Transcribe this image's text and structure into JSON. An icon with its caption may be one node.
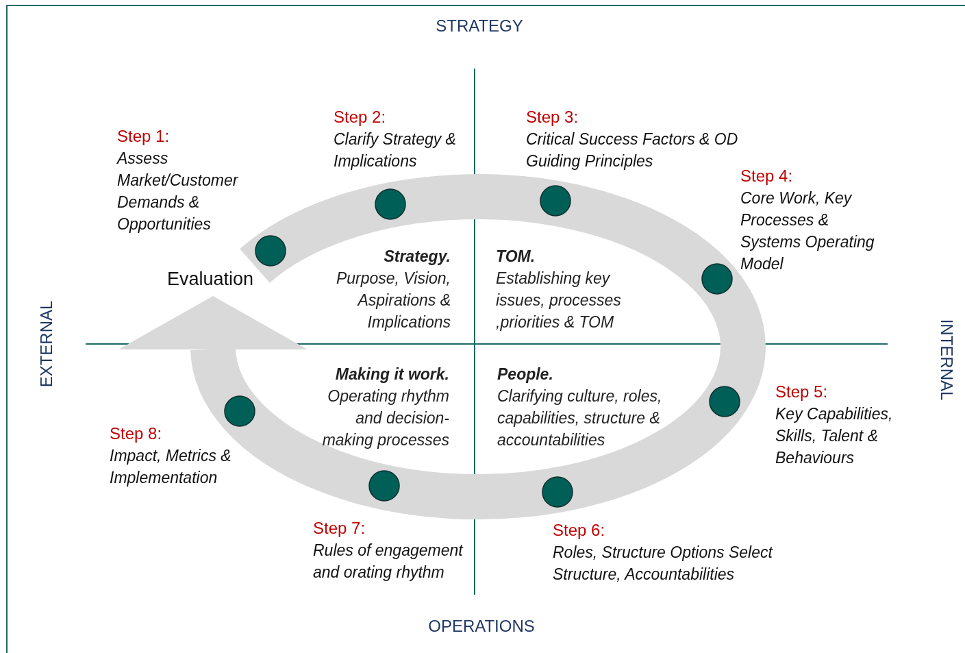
{
  "diagram": {
    "nodes": [
      {
        "text": [],
        "shape": "circle",
        "beside": [
          "Step 1:",
          "Assess Market/Customer Demands & Opportunities"
        ]
      },
      {
        "text": [],
        "shape": "circle",
        "beside": [
          "Step 2:",
          "Clarify Strategy & Implications"
        ]
      },
      {
        "text": [],
        "shape": "circle",
        "beside": [
          "Step 3:",
          "Critical Success Factors & OD Guiding Principles"
        ]
      },
      {
        "text": [],
        "shape": "circle",
        "beside": [
          "Step 4:",
          "Core Work, Key Processes & Systems Operating Model"
        ]
      },
      {
        "text": [],
        "shape": "circle",
        "beside": [
          "Step 5:",
          "Key Capabilities, Skills, Talent & Behaviours"
        ]
      },
      {
        "text": [],
        "shape": "circle",
        "beside": [
          "Step 6:",
          "Roles, Structure Options Select Structure, Accountabilities"
        ]
      },
      {
        "text": [],
        "shape": "circle",
        "beside": [
          "Step 7:",
          "Rules of engagement and orating rhythm"
        ]
      },
      {
        "text": [],
        "shape": "circle",
        "beside": [
          "Step 8:",
          "Impact, Metrics & Implementation"
        ]
      }
    ],
    "labels": [
      "STRATEGY",
      "EXTERNAL",
      "INTERNAL",
      "OPERATIONS",
      "Evaluation",
      "Strategy.",
      "Purpose, Vision, Aspirations & Implications",
      "TOM.",
      "Establishing key issues, processes ,priorities & TOM",
      "Making it work.",
      "Operating rhythm and decision-making processes",
      "People.",
      "Clarifying culture, roles, capabilities, structure & accountabilities"
    ]
  }
}
